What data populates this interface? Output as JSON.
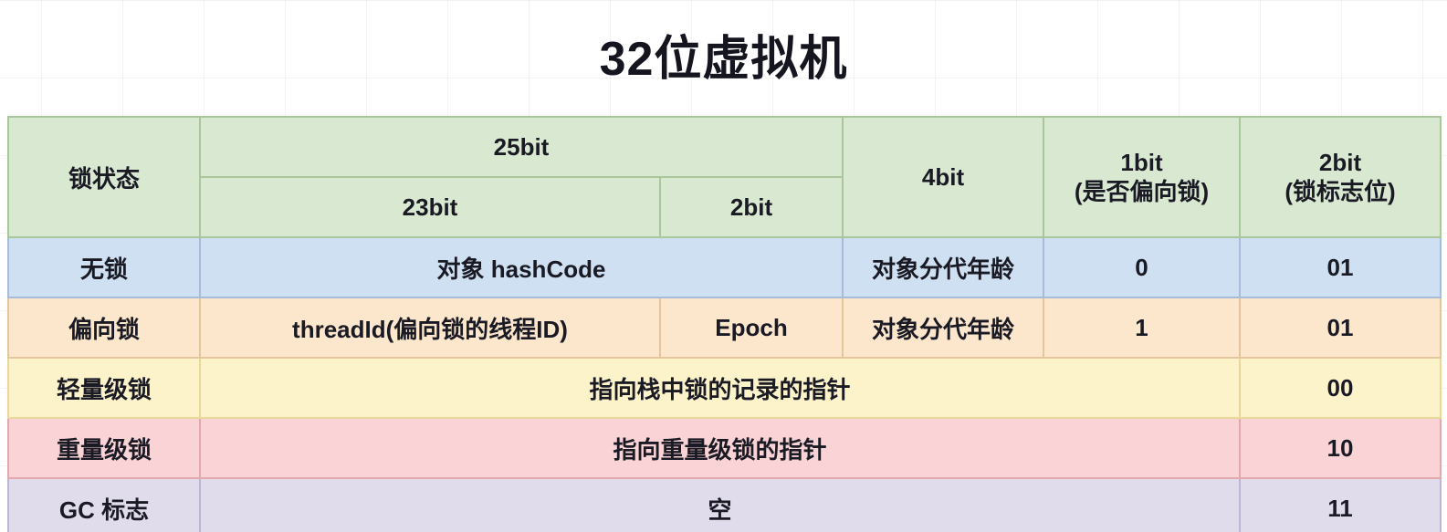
{
  "title": "32位虚拟机",
  "colors": {
    "header_bg": "#d9e8d1",
    "no_lock_bg": "#cfe0f3",
    "biased_bg": "#fce7cd",
    "lightweight_bg": "#fdf3ca",
    "heavyweight_bg": "#f9d3d5",
    "gc_bg": "#e1dcec",
    "text": "#1a1a24"
  },
  "table": {
    "header": {
      "lock_state": "锁状态",
      "bit25": "25bit",
      "bit23": "23bit",
      "bit2": "2bit",
      "bit4": "4bit",
      "bit1_title": "1bit",
      "bit1_sub": "(是否偏向锁)",
      "bit2flag_title": "2bit",
      "bit2flag_sub": "(锁标志位)"
    },
    "rows": [
      {
        "state": "无锁",
        "hash": "对象 hashCode",
        "age": "对象分代年龄",
        "biased": "0",
        "flag": "01"
      },
      {
        "state": "偏向锁",
        "thread_id": "threadId(偏向锁的线程ID)",
        "epoch": "Epoch",
        "age": "对象分代年龄",
        "biased": "1",
        "flag": "01"
      },
      {
        "state": "轻量级锁",
        "content": "指向栈中锁的记录的指针",
        "flag": "00"
      },
      {
        "state": "重量级锁",
        "content": "指向重量级锁的指针",
        "flag": "10"
      },
      {
        "state": "GC 标志",
        "content": "空",
        "flag": "11"
      }
    ]
  }
}
